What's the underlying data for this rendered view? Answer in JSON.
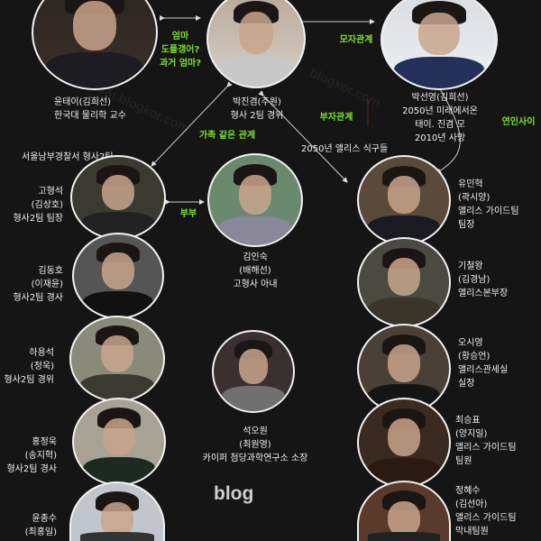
{
  "top": [
    {
      "name": "윤태이(김희선)",
      "desc": [
        "한국대 물리학 교수"
      ]
    },
    {
      "name": "박진겸(주원)",
      "desc": [
        "형사 2팀 경위"
      ]
    },
    {
      "name": "박선영(김희선)",
      "desc": [
        "2050년 미래에서온",
        "태이. 진겸 모",
        "2010년 사망"
      ]
    }
  ],
  "relations": {
    "mom": [
      "엄마",
      "도플갱어?",
      "과거 엄마?"
    ],
    "mother_son": "모자관계",
    "father_son": "부자관계",
    "lovers": "연인사이",
    "family_like": "가족 같은 관계",
    "couple": "부부"
  },
  "groups": {
    "police": "서울남부경찰서 형사2팀",
    "alice": "2050년 앨리스 식구들"
  },
  "left": [
    {
      "name": "고형석",
      "actor": "(김상호)",
      "role": "형사2팀 팀장"
    },
    {
      "name": "김동호",
      "actor": "(이재윤)",
      "role": "형사2팀 경사"
    },
    {
      "name": "하용석",
      "actor": "(정욱)",
      "role": "형사2팀 경위"
    },
    {
      "name": "홍정욱",
      "actor": "(송지혁)",
      "role": "형사2팀 경사"
    },
    {
      "name": "윤종수",
      "actor": "(최홍일)",
      "role": ""
    }
  ],
  "center": [
    {
      "name": "김인숙",
      "actor": "(배해선)",
      "role": "고형사 아내"
    },
    {
      "name": "석오원",
      "actor": "(최원영)",
      "role": "카이퍼 첨당과학연구소 소장"
    }
  ],
  "right": [
    {
      "name": "유민혁",
      "actor": "(곽시양)",
      "role": "앨리스 가이드팀",
      "role2": "팀장"
    },
    {
      "name": "기철왕",
      "actor": "(김경남)",
      "role": "앨리스본부장",
      "role2": ""
    },
    {
      "name": "오시영",
      "actor": "(황승언)",
      "role": "앨리스관세실",
      "role2": "실장"
    },
    {
      "name": "최승표",
      "actor": "(양지일)",
      "role": "앨리스 가이드팀",
      "role2": "팀원"
    },
    {
      "name": "정혜수",
      "actor": "(김선아)",
      "role": "앨리스 가이드팀",
      "role2": "막내팀원"
    }
  ],
  "watermark": "blog",
  "colors": {
    "relation": "#7de02c",
    "bg": "#151515"
  }
}
